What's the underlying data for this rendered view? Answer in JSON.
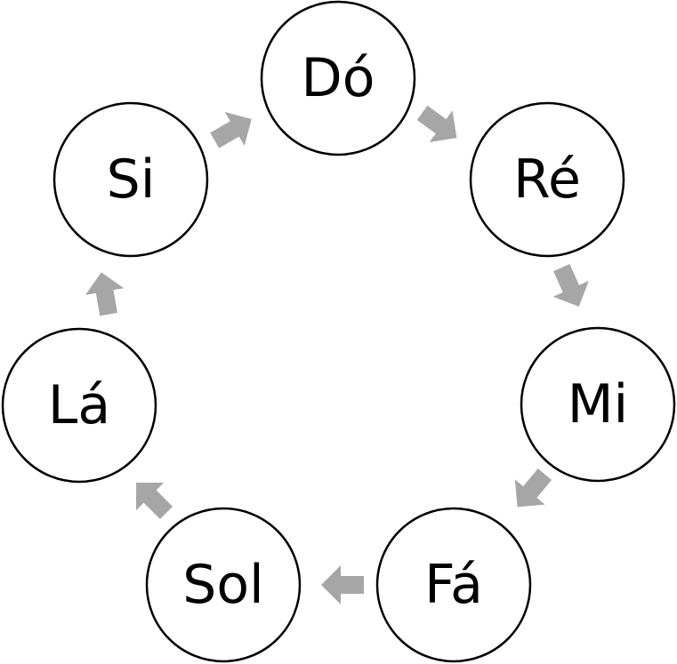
{
  "diagram": {
    "notes": [
      "Dó",
      "Ré",
      "Mi",
      "Fá",
      "Sol",
      "Lá",
      "Si"
    ],
    "arrow_color": "#a6a6a6",
    "circle_stroke_color": "#000000"
  }
}
